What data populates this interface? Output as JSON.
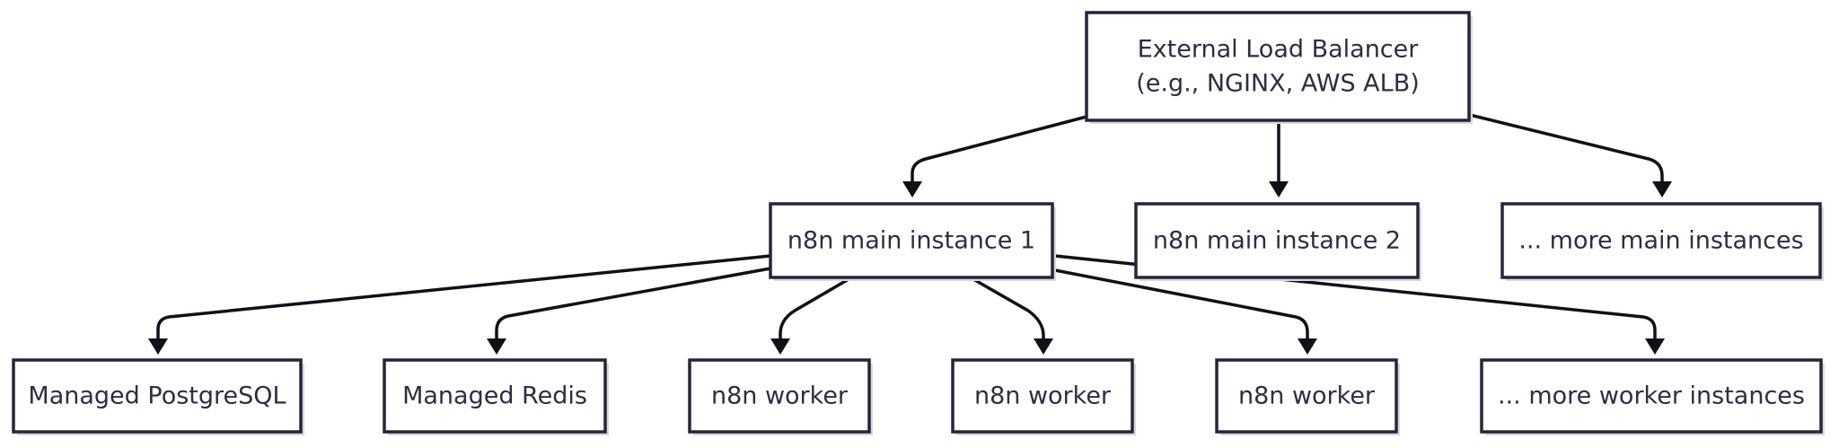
{
  "diagram": {
    "type": "flowchart",
    "nodes": {
      "lb_line1": "External Load Balancer",
      "lb_line2": "(e.g., NGINX, AWS ALB)",
      "main1": "n8n main instance 1",
      "main2": "n8n main instance 2",
      "main_more": "... more main instances",
      "postgres": "Managed PostgreSQL",
      "redis": "Managed Redis",
      "worker1": "n8n worker",
      "worker2": "n8n worker",
      "worker3": "n8n worker",
      "worker_more": "... more worker instances"
    },
    "edges": [
      {
        "from": "External Load Balancer",
        "to": "n8n main instance 1"
      },
      {
        "from": "External Load Balancer",
        "to": "n8n main instance 2"
      },
      {
        "from": "External Load Balancer",
        "to": "... more main instances"
      },
      {
        "from": "n8n main instance 1",
        "to": "Managed PostgreSQL"
      },
      {
        "from": "n8n main instance 1",
        "to": "Managed Redis"
      },
      {
        "from": "n8n main instance 1",
        "to": "n8n worker"
      },
      {
        "from": "n8n main instance 1",
        "to": "n8n worker"
      },
      {
        "from": "n8n main instance 1",
        "to": "n8n worker"
      },
      {
        "from": "n8n main instance 1",
        "to": "... more worker instances"
      }
    ],
    "colors": {
      "border": "#25253a",
      "text": "#2d2d44",
      "edge": "#101018",
      "background": "#ffffff"
    }
  }
}
